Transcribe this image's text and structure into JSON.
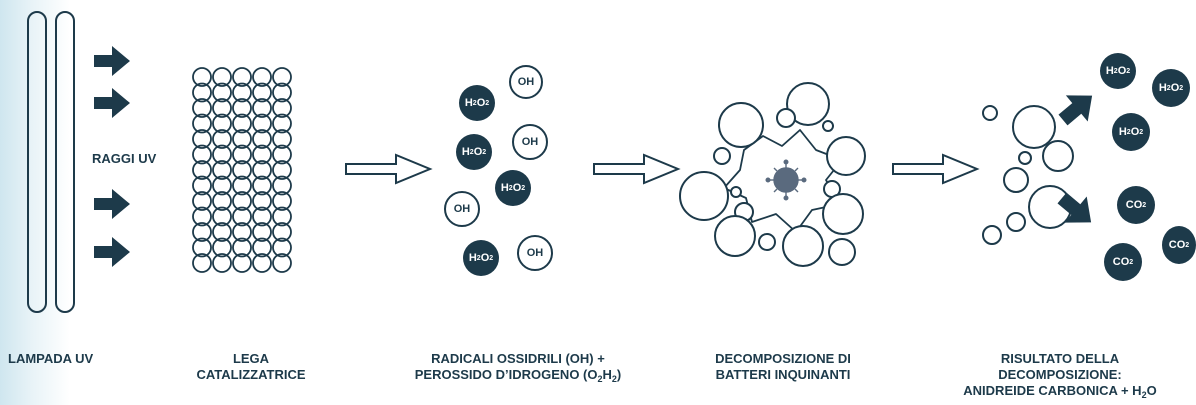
{
  "labels": {
    "lamp": "LAMPADA UV",
    "alloy_l1": "LEGA",
    "alloy_l2": "CATALIZZATRICE",
    "radicals_l1": "RADICALI OSSIDRILI (OH) +",
    "radicals_l2_pre": "PEROSSIDO D’IDROGENO (O",
    "radicals_sub1": "2",
    "radicals_mid": "H",
    "radicals_sub2": "2",
    "radicals_post": ")",
    "decomp_l1": "DECOMPOSIZIONE DI",
    "decomp_l2": "BATTERI INQUINANTI",
    "result_l1": "RISULTATO DELLA",
    "result_l2": "DECOMPOSIZIONE:",
    "result_l3_pre": "ANIDREIDE CARBONICA + H",
    "result_sub": "2",
    "result_post": "O",
    "uv_rays": "RAGGI UV"
  },
  "molecules": {
    "oh": "OH",
    "h": "H",
    "o": "O",
    "co": "CO",
    "sub2": "2"
  },
  "colors": {
    "primary": "#1d3a4a",
    "edge_tint": "#cfe6ef",
    "background": "#ffffff"
  }
}
